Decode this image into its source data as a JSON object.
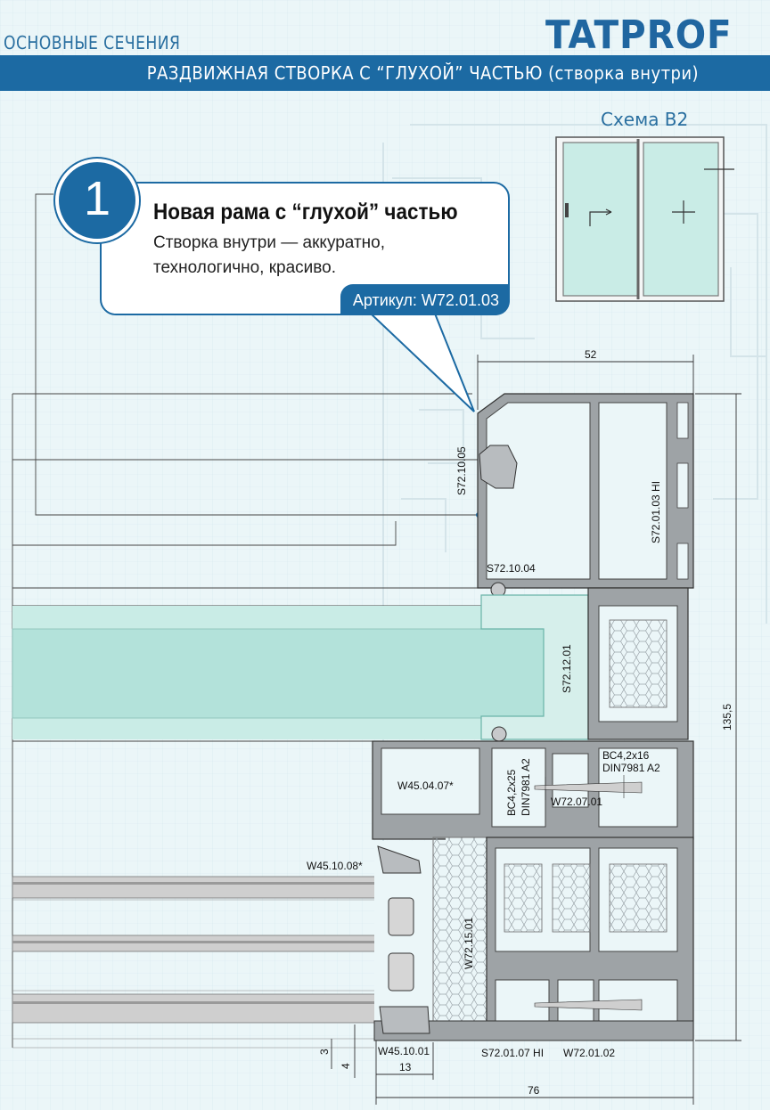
{
  "header": {
    "section_title": "ОСНОВНЫЕ СЕЧЕНИЯ",
    "brand": "TATPROF",
    "subtitle": "РАЗДВИЖНАЯ СТВОРКА С “ГЛУХОЙ” ЧАСТЬЮ (створка внутри)"
  },
  "scheme": {
    "label": "Схема В2"
  },
  "callout": {
    "number": "1",
    "title": "Новая рама с “глухой” частью",
    "line1": "Створка внутри — аккуратно,",
    "line2": "технологично, красиво.",
    "article": "Артикул: W72.01.03"
  },
  "labels": {
    "s72_10_05": "S72.10.05",
    "s72_01_03": "S72.01.03 HI",
    "s72_10_04": "S72.10.04",
    "s72_12_01": "S72.12.01",
    "w45_04_07": "W45.04.07*",
    "bc_left_1": "ВС4,2х25",
    "bc_left_2": "DIN7981 A2",
    "w72_07": "W72.07.01",
    "bc_right_1": "ВС4,2х16",
    "bc_right_2": "DIN7981 A2",
    "w45_10_08": "W45.10.08*",
    "w72_15_01": "W72.15.01",
    "w45_10_01": "W45.10.01",
    "s72_01_07": "S72.01.07 HI",
    "w72_01_02": "W72.01.02"
  },
  "dimensions": {
    "top_width": "52",
    "height": "135,5",
    "bottom_width": "76",
    "small_width": "13",
    "gap_3": "3",
    "gap_4": "4"
  },
  "colors": {
    "brand_blue": "#1c6aa3",
    "profile_grey": "#8e9396",
    "glass": "#c9ece6",
    "background": "#ebf6f8"
  }
}
